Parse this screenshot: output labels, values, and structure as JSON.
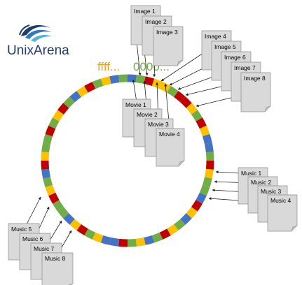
{
  "logo": {
    "text": "UnixArena",
    "colors": {
      "dark": "#1d3d6e",
      "mid": "#2e7bc4",
      "light": "#4fb3e0"
    }
  },
  "ring": {
    "start_label": "ffff...",
    "end_label": "0000...",
    "start_color": "#f0a020",
    "end_color": "#70ad47",
    "segment_colors": [
      "#4472c4",
      "#70ad47",
      "#c00000",
      "#ffc000"
    ],
    "segments": [
      "b",
      "g",
      "r",
      "y",
      "y",
      "g",
      "r",
      "r",
      "y",
      "g",
      "r",
      "y",
      "b",
      "b",
      "g",
      "r",
      "y",
      "g",
      "g",
      "b",
      "r",
      "y",
      "b",
      "g",
      "y",
      "r",
      "g",
      "b",
      "y",
      "g",
      "r",
      "b",
      "b",
      "y",
      "g",
      "r",
      "y",
      "b",
      "g",
      "g",
      "r",
      "y",
      "g",
      "b",
      "r",
      "y",
      "g",
      "g",
      "r",
      "g",
      "y",
      "r",
      "g",
      "b",
      "y",
      "r",
      "g",
      "y",
      "b",
      "g"
    ]
  },
  "groups": [
    {
      "name": "images",
      "docs": [
        "Image 1",
        "Image 2",
        "Image 3"
      ]
    },
    {
      "name": "images-right",
      "docs": [
        "Image 4",
        "Image 5",
        "Image 6",
        "Image 7",
        "Image 8"
      ]
    },
    {
      "name": "movies",
      "docs": [
        "Movie 1",
        "Movie 2",
        "Movie 3",
        "Movie 4"
      ]
    },
    {
      "name": "music-right",
      "docs": [
        "Music 1",
        "Music 2",
        "Music 3",
        "Music 4"
      ]
    },
    {
      "name": "music-left",
      "docs": [
        "Music 5",
        "Music 6",
        "Music 7",
        "Music 8"
      ]
    }
  ]
}
